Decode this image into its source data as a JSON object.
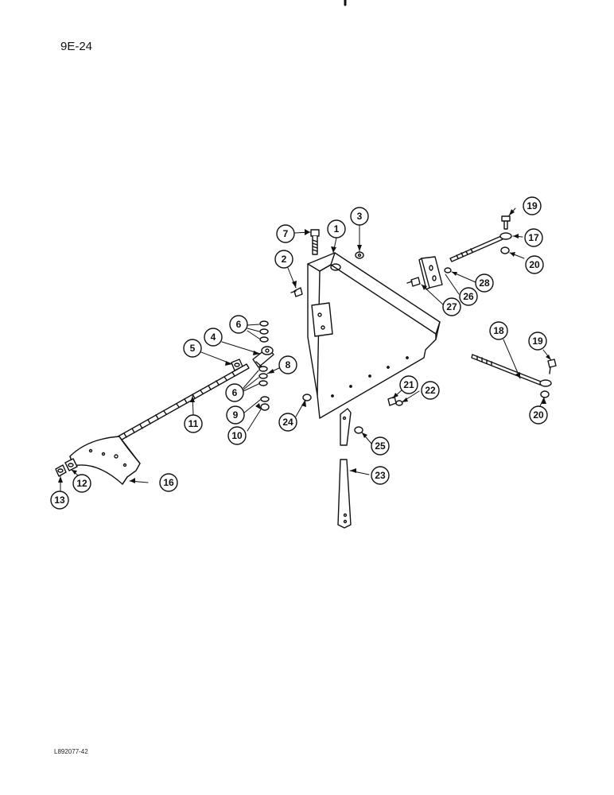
{
  "page": {
    "number": "9E-24",
    "drawing_code": "L892077-42"
  },
  "parts": [
    {
      "callout": "1",
      "name": "bracket-plate"
    },
    {
      "callout": "2",
      "name": "bolt"
    },
    {
      "callout": "3",
      "name": "nut"
    },
    {
      "callout": "4",
      "name": "rod-end"
    },
    {
      "callout": "5",
      "name": "nut"
    },
    {
      "callout": "6",
      "name": "washers"
    },
    {
      "callout": "7",
      "name": "bolt"
    },
    {
      "callout": "8",
      "name": "washer"
    },
    {
      "callout": "9",
      "name": "washer"
    },
    {
      "callout": "10",
      "name": "nut"
    },
    {
      "callout": "11",
      "name": "threaded-rod"
    },
    {
      "callout": "12",
      "name": "nut"
    },
    {
      "callout": "13",
      "name": "nut"
    },
    {
      "callout": "16",
      "name": "curved-support"
    },
    {
      "callout": "17",
      "name": "link-rod"
    },
    {
      "callout": "18",
      "name": "link-rod"
    },
    {
      "callout": "19",
      "name": "bolt"
    },
    {
      "callout": "20",
      "name": "nut"
    },
    {
      "callout": "21",
      "name": "bolt"
    },
    {
      "callout": "22",
      "name": "nut"
    },
    {
      "callout": "23",
      "name": "strap"
    },
    {
      "callout": "24",
      "name": "bolt"
    },
    {
      "callout": "25",
      "name": "nut"
    },
    {
      "callout": "26",
      "name": "nut"
    },
    {
      "callout": "27",
      "name": "bolt"
    },
    {
      "callout": "28",
      "name": "plate"
    }
  ]
}
